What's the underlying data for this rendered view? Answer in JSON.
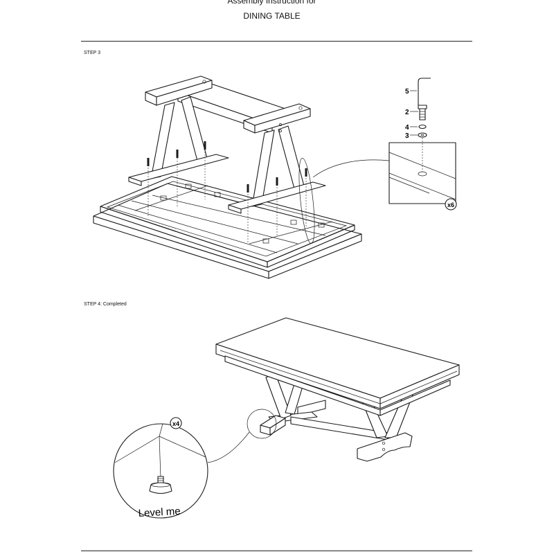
{
  "header": {
    "title_line1": "Assembly Instruction for",
    "title_line2": "DINING TABLE"
  },
  "step3": {
    "label": "STEP 3",
    "parts": [
      {
        "number": "5",
        "name": "allen-key"
      },
      {
        "number": "2",
        "name": "bolt"
      },
      {
        "number": "4",
        "name": "spring-washer"
      },
      {
        "number": "3",
        "name": "flat-washer"
      }
    ],
    "detail_quantity": "x6"
  },
  "step4": {
    "label": "STEP 4: Completed",
    "detail_quantity": "x4",
    "detail_caption": "Level me"
  }
}
